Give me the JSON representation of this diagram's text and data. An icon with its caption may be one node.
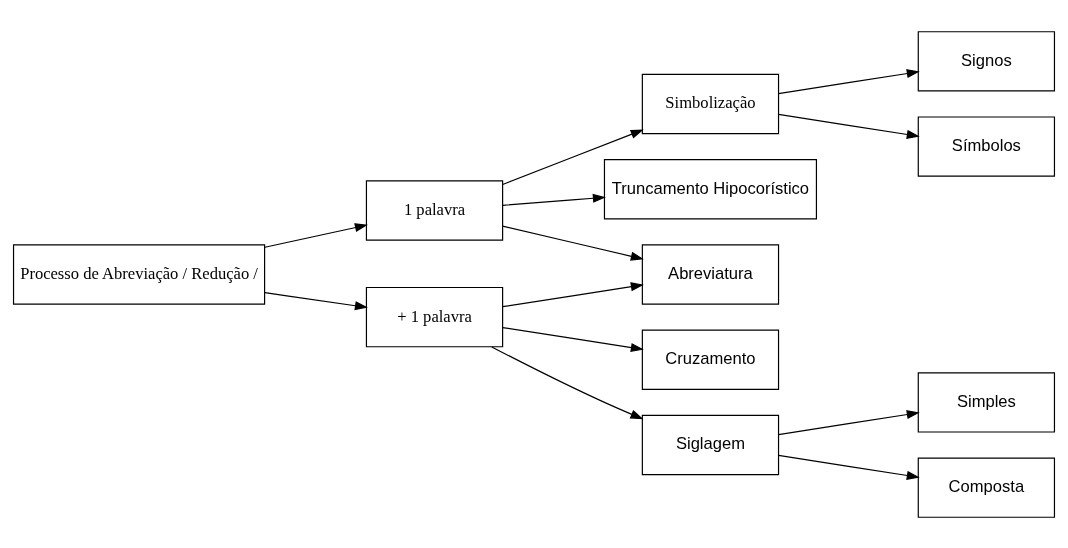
{
  "diagram": {
    "nodes": [
      {
        "text": [
          "Processo de Abreviação / Redução /"
        ]
      },
      {
        "text": [
          "1 palavra"
        ]
      },
      {
        "text": [
          "+ 1 palavra"
        ]
      },
      {
        "text": [
          "Simbolização"
        ]
      },
      {
        "text": [
          "Truncamento Hipocorístico"
        ]
      },
      {
        "text": [
          "Abreviatura"
        ]
      },
      {
        "text": [
          "Cruzamento"
        ]
      },
      {
        "text": [
          "Siglagem"
        ]
      },
      {
        "text": [
          "Signos"
        ]
      },
      {
        "text": [
          "Símbolos"
        ]
      },
      {
        "text": [
          "Simples"
        ]
      },
      {
        "text": [
          "Composta"
        ]
      }
    ],
    "edges": [
      {
        "from": 0,
        "to": 1,
        "arrow": "to"
      },
      {
        "from": 0,
        "to": 2,
        "arrow": "to"
      },
      {
        "from": 1,
        "to": 3,
        "arrow": "to"
      },
      {
        "from": 1,
        "to": 4,
        "arrow": "to"
      },
      {
        "from": 1,
        "to": 5,
        "arrow": "to"
      },
      {
        "from": 2,
        "to": 5,
        "arrow": "to"
      },
      {
        "from": 2,
        "to": 6,
        "arrow": "to"
      },
      {
        "from": 2,
        "to": 7,
        "arrow": "to"
      },
      {
        "from": 3,
        "to": 8,
        "arrow": "to"
      },
      {
        "from": 3,
        "to": 9,
        "arrow": "to"
      },
      {
        "from": 7,
        "to": 10,
        "arrow": "to"
      },
      {
        "from": 7,
        "to": 11,
        "arrow": "to"
      }
    ]
  }
}
